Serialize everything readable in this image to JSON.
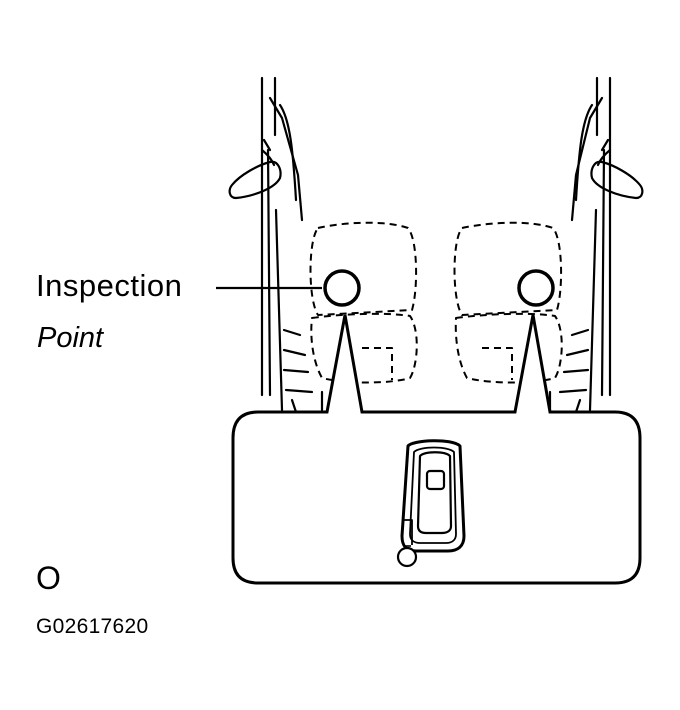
{
  "callout": {
    "line1": "Inspection",
    "line2": "Point"
  },
  "corner_mark": "O",
  "figure_code": "G02617620"
}
